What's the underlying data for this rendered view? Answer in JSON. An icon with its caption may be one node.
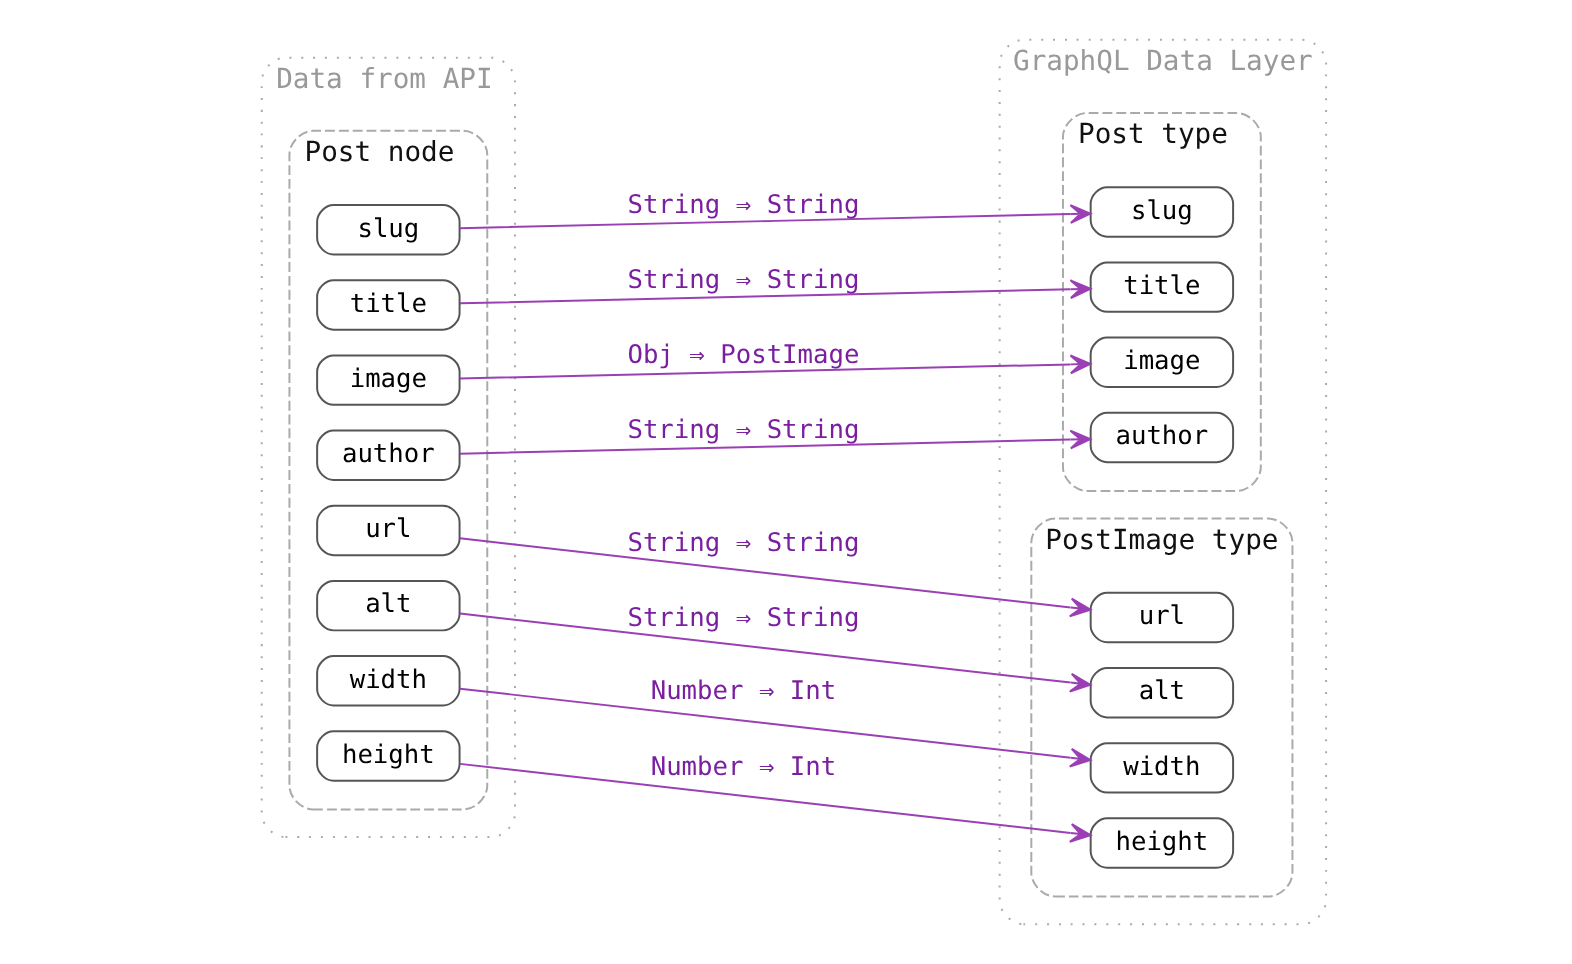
{
  "diagram": {
    "nodes": [
      {
        "text": [
          "Data from API"
        ]
      },
      {
        "text": [
          "Post node"
        ],
        "in": 0
      },
      {
        "text": [
          "slug"
        ],
        "in": 1
      },
      {
        "text": [
          "title"
        ],
        "in": 1
      },
      {
        "text": [
          "image"
        ],
        "in": 1
      },
      {
        "text": [
          "url"
        ],
        "in": 1
      },
      {
        "text": [
          "alt"
        ],
        "in": 1
      },
      {
        "text": [
          "width"
        ],
        "in": 1
      },
      {
        "text": [
          "height"
        ],
        "in": 1
      },
      {
        "text": [
          "author"
        ],
        "in": 1
      },
      {
        "text": [
          "GraphQL Data Layer"
        ]
      },
      {
        "text": [
          "Post type"
        ],
        "in": 10
      },
      {
        "text": [
          "slug"
        ],
        "in": 11
      },
      {
        "text": [
          "title"
        ],
        "in": 11
      },
      {
        "text": [
          "image"
        ],
        "in": 11
      },
      {
        "text": [
          "author"
        ],
        "in": 11
      },
      {
        "text": [
          "PostImage type"
        ],
        "in": 10
      },
      {
        "text": [
          "url"
        ],
        "in": 16
      },
      {
        "text": [
          "alt"
        ],
        "in": 16
      },
      {
        "text": [
          "width"
        ],
        "in": 16
      },
      {
        "text": [
          "height"
        ],
        "in": 16
      }
    ],
    "edges": [
      {
        "from": 2,
        "to": 12,
        "arrow": "to",
        "label": "String ⇒ String"
      },
      {
        "from": 3,
        "to": 13,
        "arrow": "to",
        "label": "String ⇒ String"
      },
      {
        "from": 4,
        "to": 14,
        "arrow": "to",
        "label": "Obj ⇒ PostImage"
      },
      {
        "from": 5,
        "to": 17,
        "arrow": "to",
        "label": "String ⇒ String"
      },
      {
        "from": 6,
        "to": 18,
        "arrow": "to",
        "label": "String ⇒ String"
      },
      {
        "from": 7,
        "to": 19,
        "arrow": "to",
        "label": "Number ⇒ Int"
      },
      {
        "from": 8,
        "to": 20,
        "arrow": "to",
        "label": "Number ⇒ Int"
      },
      {
        "from": 9,
        "to": 15,
        "arrow": "to",
        "label": "String ⇒ String"
      }
    ]
  }
}
